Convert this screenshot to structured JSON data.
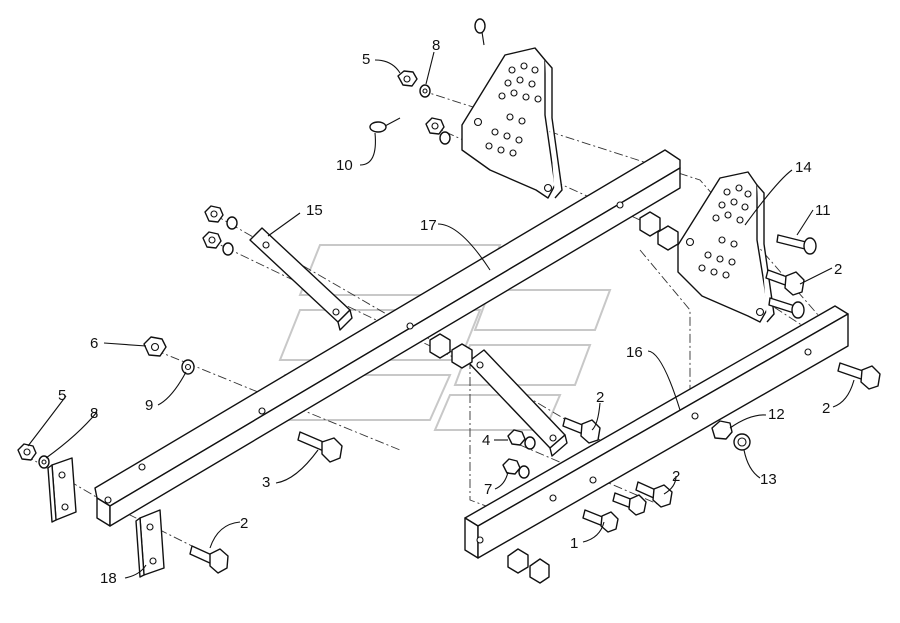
{
  "labels": {
    "l1": "1",
    "l2a": "2",
    "l2b": "2",
    "l2c": "2",
    "l2d": "2",
    "l2e": "2",
    "l3": "3",
    "l4": "4",
    "l5a": "5",
    "l5b": "5",
    "l6": "6",
    "l7": "7",
    "l8a": "8",
    "l8b": "8",
    "l9": "9",
    "l10": "10",
    "l11": "11",
    "l12": "12",
    "l13": "13",
    "l14": "14",
    "l15": "15",
    "l16": "16",
    "l17": "17",
    "l18": "18"
  }
}
